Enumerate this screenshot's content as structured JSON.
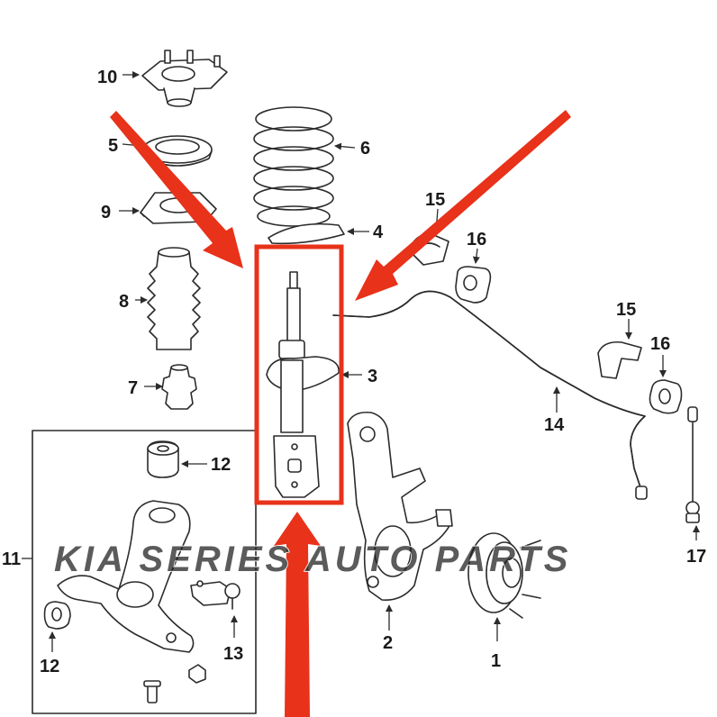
{
  "watermark": "KIA SERIES AUTO PARTS",
  "callouts": {
    "c1": "1",
    "c2": "2",
    "c3": "3",
    "c4": "4",
    "c5": "5",
    "c6": "6",
    "c7": "7",
    "c8": "8",
    "c9": "9",
    "c10": "10",
    "c11": "11",
    "c12a": "12",
    "c12b": "12",
    "c13": "13",
    "c14": "14",
    "c15a": "15",
    "c15b": "15",
    "c16a": "16",
    "c16b": "16",
    "c17": "17"
  },
  "colors": {
    "highlight": "#e8321a",
    "linework": "#2b2b2b",
    "background": "#ffffff"
  }
}
